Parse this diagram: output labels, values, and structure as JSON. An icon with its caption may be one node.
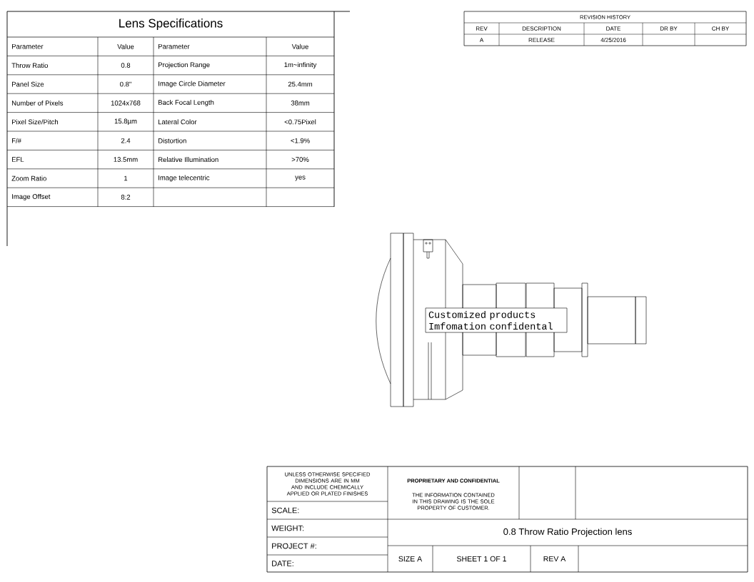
{
  "diagram": {
    "title": "Lens Specifications",
    "nodes": [
      {
        "text": [
          "Customized products Imfomation confidental"
        ]
      }
    ],
    "labels": [
      "Parameter",
      "Value",
      "Parameter",
      "Value",
      "Throw Ratio",
      "0.8",
      "Projection Range",
      "1m~infinity",
      "Panel Size",
      "0.8\"",
      "Image Circle Diameter",
      "25.4mm",
      "Number of Pixels",
      "1024x768",
      "Back Focal Length",
      "38mm",
      "Pixel Size/Pitch",
      "15.8µm",
      "Lateral Color",
      "<0.75Pixel",
      "F/#",
      "2.4",
      "Distortion",
      "<1.9%",
      "EFL",
      "13.5mm",
      "Relative Illumination",
      ">70%",
      "Zoom Ratio",
      "1",
      "Image telecentric",
      "yes",
      "Image Offset",
      "8:2",
      "REVISION HISTORY",
      "REV",
      "DESCRIPTION",
      "DATE",
      "DR BY",
      "CH BY",
      "A",
      "RELEASE",
      "4/25/2016",
      "UNLESS OTHERWISE SPECIFIED DIMENSIONS ARE IN MM AND INCLUDE CHEMICALLY APPLIED OR PLATED FINISHES",
      "SCALE:",
      "WEIGHT:",
      "PROJECT #:",
      "DATE:",
      "PROPRIETARY AND CONFIDENTIAL",
      "THE INFORMATION CONTAINED IN THIS DRAWING IS THE SOLE PROPERTY OF CUSTOMER.",
      "0.8 Throw Ratio Projection lens",
      "SIZE A",
      "SHEET 1 OF 1",
      "REV A"
    ]
  }
}
